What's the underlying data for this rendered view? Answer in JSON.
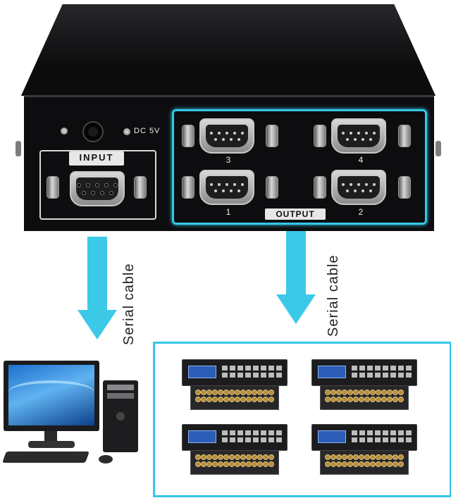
{
  "switch": {
    "input_label": "INPUT",
    "power_label": "DC 5V",
    "output_label": "OUTPUT",
    "ports": [
      {
        "number": "3"
      },
      {
        "number": "4"
      },
      {
        "number": "1"
      },
      {
        "number": "2"
      }
    ]
  },
  "cables": {
    "input_cable_label": "Serial cable",
    "output_cable_label": "Serial cable"
  },
  "colors": {
    "accent": "#35c7e6",
    "device_body": "#0d0d0f"
  },
  "devices": {
    "count": 4
  }
}
